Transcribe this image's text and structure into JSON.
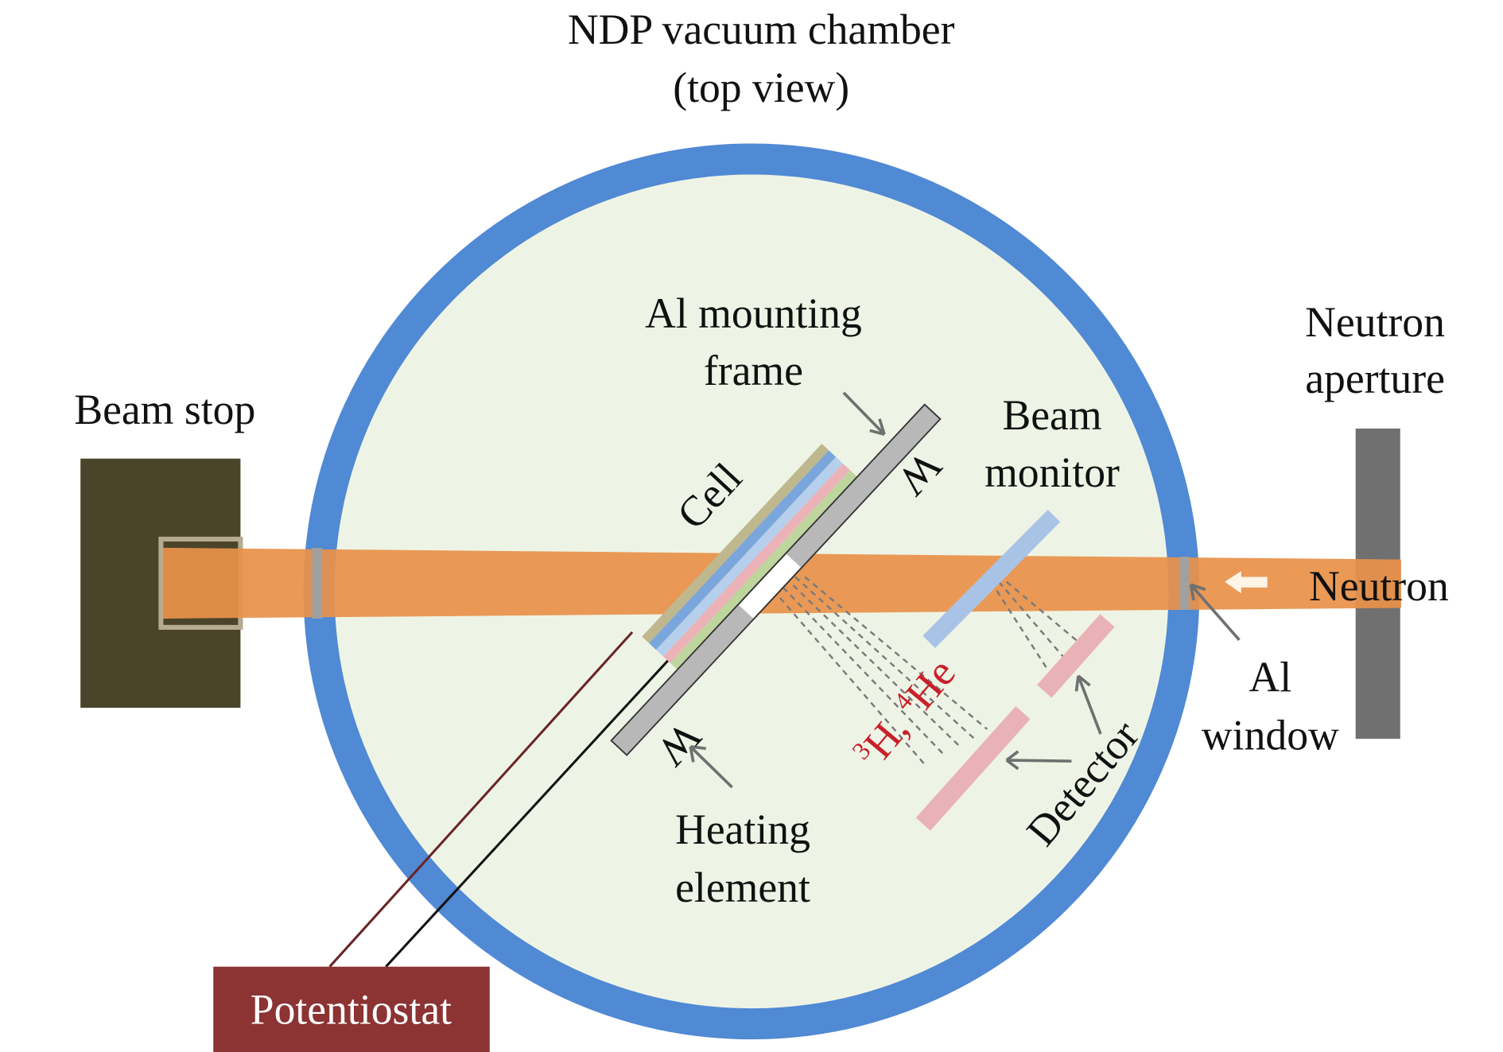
{
  "title": {
    "line1": "NDP vacuum chamber",
    "line2": "(top view)"
  },
  "labels": {
    "beam_stop": "Beam stop",
    "mounting_frame": {
      "line1": "Al mounting",
      "line2": "frame"
    },
    "beam_monitor": {
      "line1": "Beam",
      "line2": "monitor"
    },
    "neutron_aperture": {
      "line1": "Neutron",
      "line2": "aperture"
    },
    "neutron": "Neutron",
    "al_window": {
      "line1": "Al",
      "line2": "window"
    },
    "heating_element": {
      "line1": "Heating",
      "line2": "element"
    },
    "cell": "Cell",
    "w_top": "W",
    "w_bottom": "W",
    "detector": "Detector",
    "particles": {
      "h_mass": "3",
      "h": "H, ",
      "he_mass": "4",
      "he": "He"
    },
    "potentiostat": "Potentiostat"
  },
  "colors": {
    "chamber_ring": "#5089d4",
    "chamber_fill": "#eef4e5",
    "beam": "#e8914a",
    "beam_stop": "#4a442a",
    "aperture": "#707070",
    "frame": "#b8b8b8",
    "detector": "#e8b2b6",
    "monitor": "#a9c3e6",
    "potentiostat": "#8c3333",
    "particle_text": "#c8202a"
  }
}
